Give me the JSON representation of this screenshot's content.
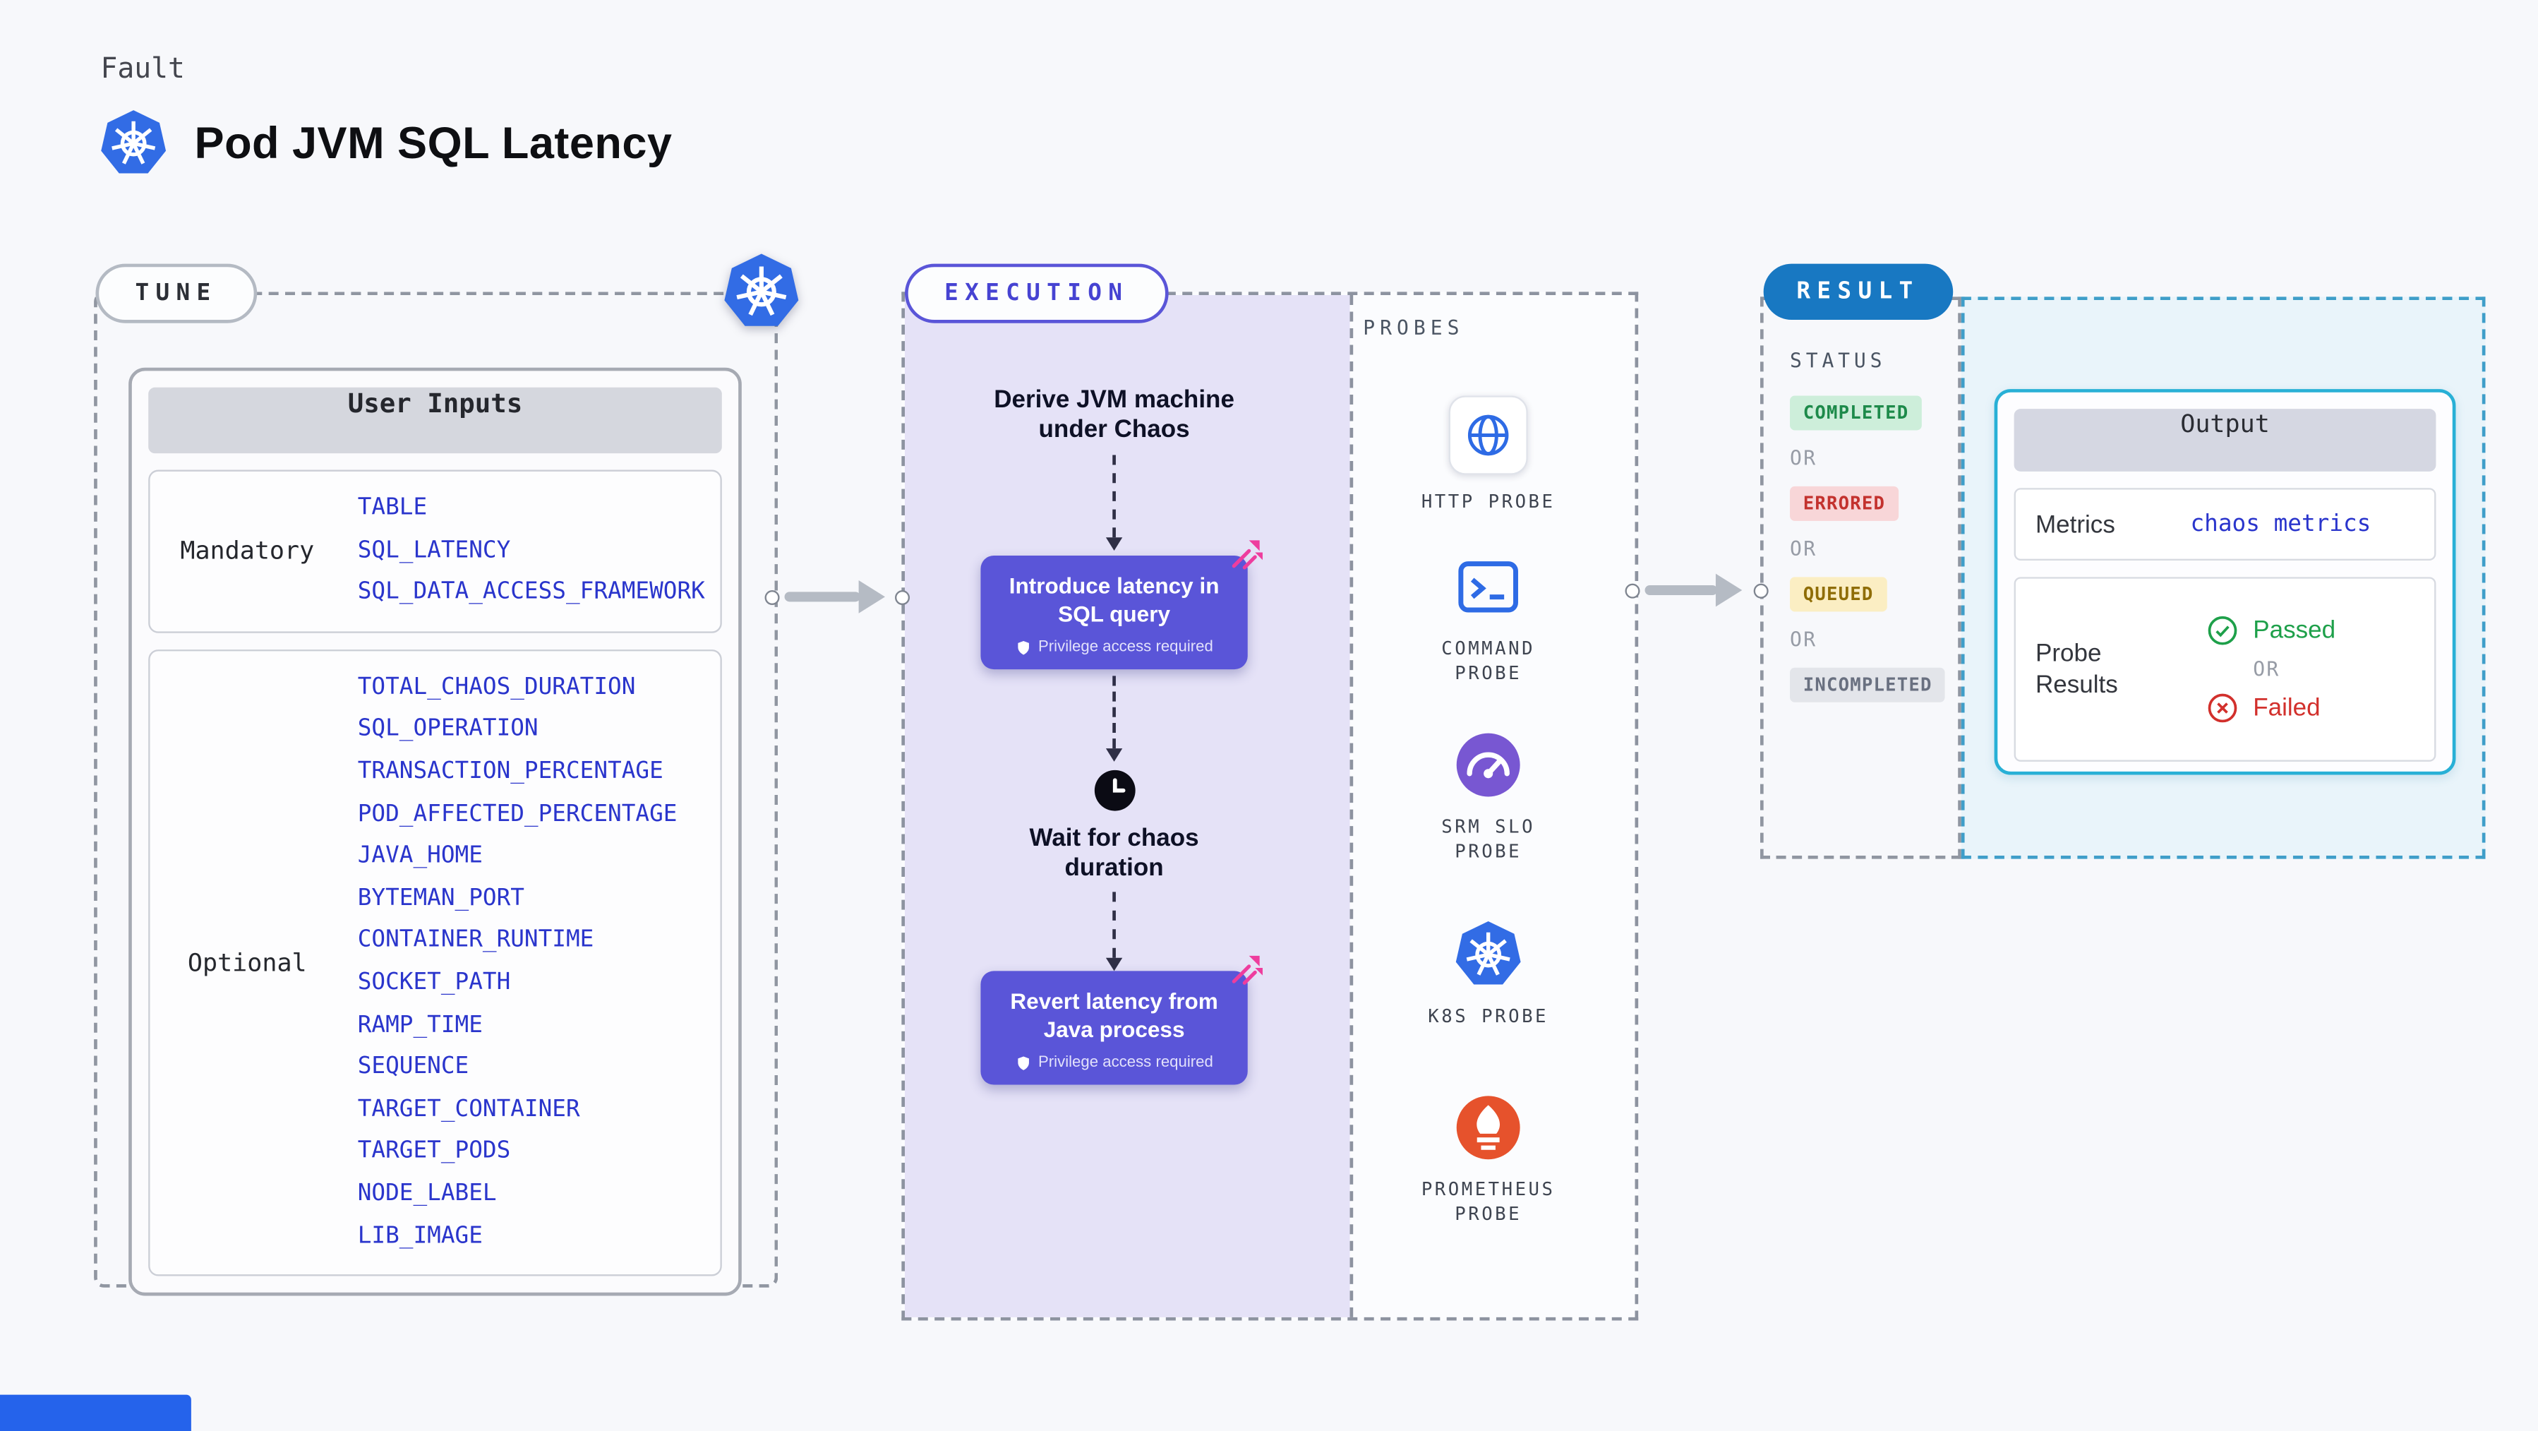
{
  "page": {
    "eyebrow": "Fault",
    "title": "Pod JVM SQL Latency"
  },
  "tune": {
    "badge": "TUNE",
    "table_header": "User Inputs",
    "mandatory_label": "Mandatory",
    "mandatory_items": [
      "TABLE",
      "SQL_LATENCY",
      "SQL_DATA_ACCESS_FRAMEWORK"
    ],
    "optional_label": "Optional",
    "optional_items": [
      "TOTAL_CHAOS_DURATION",
      "SQL_OPERATION",
      "TRANSACTION_PERCENTAGE",
      "POD_AFFECTED_PERCENTAGE",
      "JAVA_HOME",
      "BYTEMAN_PORT",
      "CONTAINER_RUNTIME",
      "SOCKET_PATH",
      "RAMP_TIME",
      "SEQUENCE",
      "TARGET_CONTAINER",
      "TARGET_PODS",
      "NODE_LABEL",
      "LIB_IMAGE"
    ]
  },
  "execution": {
    "badge": "EXECUTION",
    "privilege_note": "Privilege access required",
    "steps": {
      "derive": "Derive JVM machine under Chaos",
      "introduce": "Introduce latency in SQL query",
      "wait": "Wait for chaos duration",
      "revert": "Revert latency from Java process"
    }
  },
  "probes": {
    "label": "PROBES",
    "items": [
      {
        "label": "HTTP PROBE",
        "icon": "globe-icon"
      },
      {
        "label": "COMMAND PROBE",
        "icon": "terminal-icon"
      },
      {
        "label": "SRM SLO PROBE",
        "icon": "gauge-icon"
      },
      {
        "label": "K8S PROBE",
        "icon": "kubernetes-icon"
      },
      {
        "label": "PROMETHEUS PROBE",
        "icon": "prometheus-icon"
      }
    ]
  },
  "result": {
    "badge": "RESULT",
    "status_label": "STATUS",
    "or_label": "OR",
    "statuses": [
      {
        "label": "COMPLETED",
        "color": "#1d8a4a"
      },
      {
        "label": "ERRORED",
        "color": "#c3322e"
      },
      {
        "label": "QUEUED",
        "color": "#8f6d06"
      },
      {
        "label": "INCOMPLETED",
        "color": "#697080"
      }
    ],
    "output": {
      "header": "Output",
      "metrics_label": "Metrics",
      "metrics_value": "chaos metrics",
      "probe_results_label": "Probe Results",
      "passed": "Passed",
      "failed": "Failed"
    }
  },
  "colors": {
    "accent_purple": "#5a55d8",
    "execution_bg": "#e5e2f7",
    "value_blue": "#2a35cc",
    "result_badge_blue": "#1878c2",
    "output_border_cyan": "#28b0d6",
    "passed_green": "#1ea04a",
    "failed_red": "#d2302c",
    "chaos_pink": "#ee3d9e",
    "kubernetes_blue": "#326ce5",
    "prometheus_orange": "#e6522c"
  }
}
